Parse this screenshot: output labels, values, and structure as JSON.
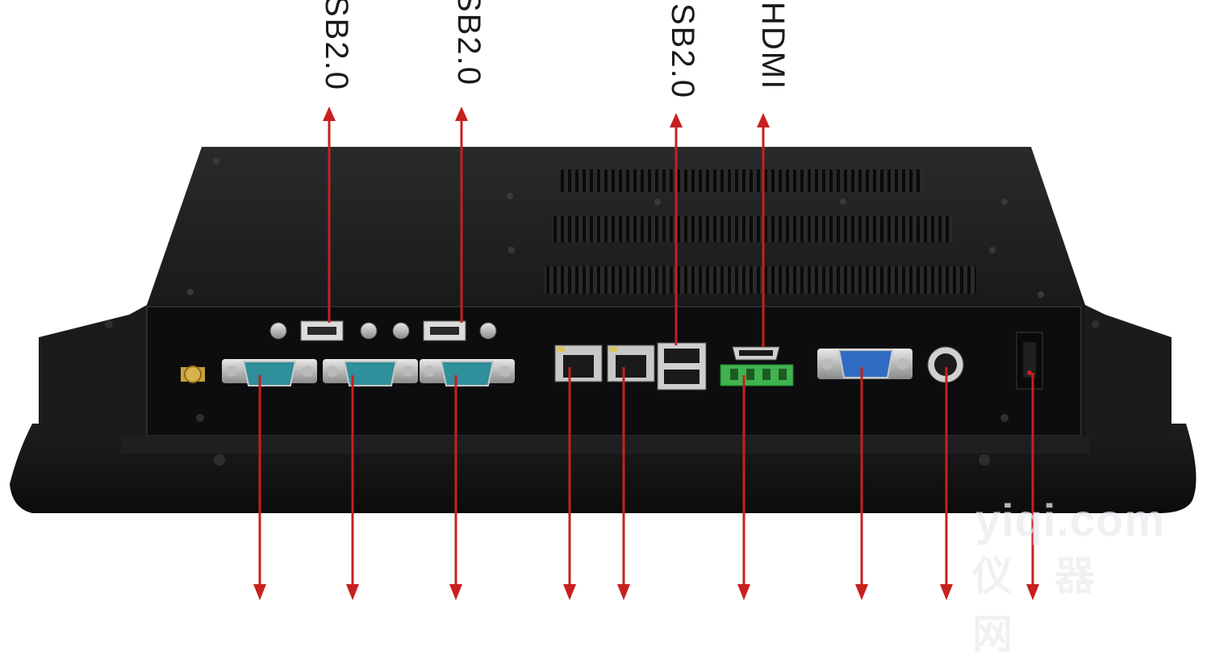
{
  "labels": {
    "usb_1": "SB2.0",
    "usb_2": "SB2.0",
    "usb_3": "SB2.0",
    "hdmi": "HDMI"
  },
  "watermark": {
    "line1": "yiqi.com",
    "line2": "仪器网"
  },
  "colors": {
    "arrow": "#c8201e",
    "chassis": "#1c1c1e",
    "panel": "#101012",
    "serial_port": "#2f8f9a",
    "vga_port": "#2f6bc0",
    "terminal_block": "#3fb34f"
  }
}
